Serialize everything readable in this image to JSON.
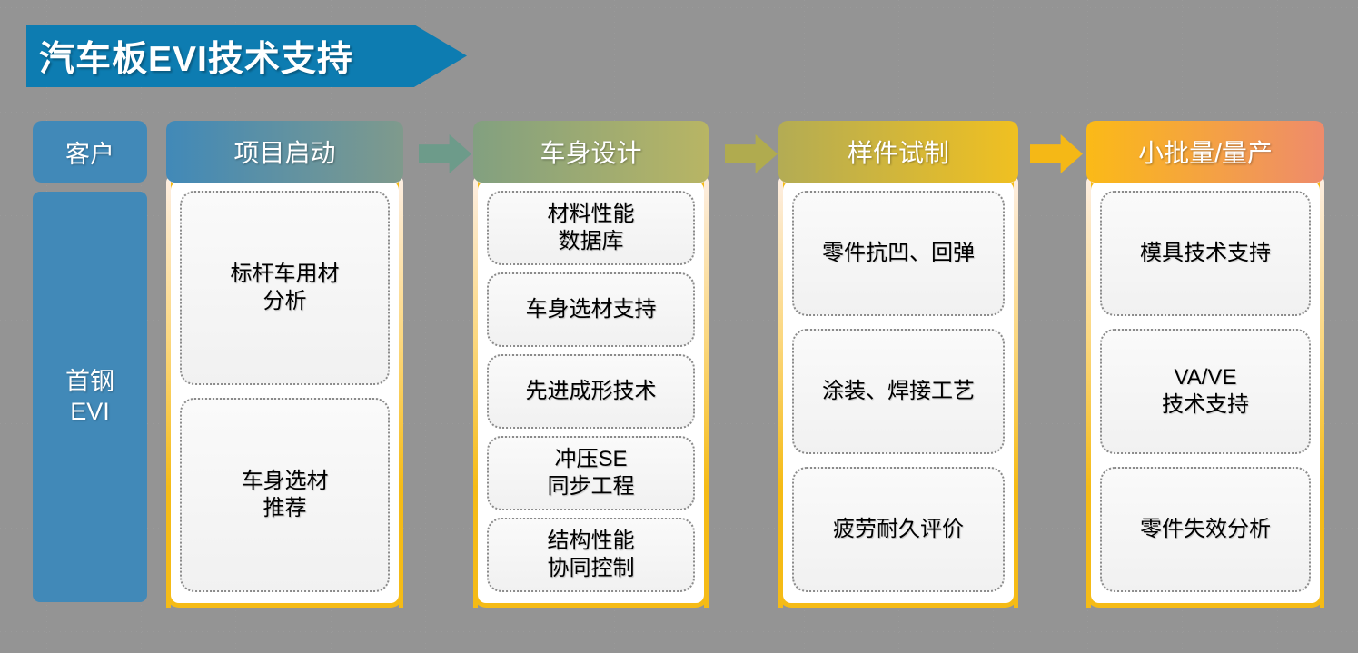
{
  "title": {
    "text": "汽车板EVI技术支持",
    "banner_color": "#0d7cb1"
  },
  "customer_column": {
    "header_label": "客户",
    "body_label": "首钢\nEVI",
    "body_line1": "首钢",
    "body_line2": "EVI",
    "color": "#4189b8"
  },
  "stages": [
    {
      "id": "project-kickoff",
      "header_label": "项目启动",
      "gradient_from": "#4189b8",
      "gradient_to": "#7f9a8c",
      "cards": [
        {
          "line1": "标杆车用材",
          "line2": "分析"
        },
        {
          "line1": "车身选材",
          "line2": "推荐"
        }
      ]
    },
    {
      "id": "body-design",
      "header_label": "车身设计",
      "gradient_from": "#82a080",
      "gradient_to": "#b8b564",
      "cards": [
        {
          "line1": "材料性能",
          "line2": "数据库"
        },
        {
          "line1": "车身选材支持",
          "line2": ""
        },
        {
          "line1": "先进成形技术",
          "line2": ""
        },
        {
          "line1": "冲压SE",
          "line2": "同步工程"
        },
        {
          "line1": "结构性能",
          "line2": "协同控制"
        }
      ]
    },
    {
      "id": "sample-trial",
      "header_label": "样件试制",
      "gradient_from": "#b3ac54",
      "gradient_to": "#f0c021",
      "cards": [
        {
          "line1": "零件抗凹、回弹",
          "line2": ""
        },
        {
          "line1": "涂装、焊接工艺",
          "line2": ""
        },
        {
          "line1": "疲劳耐久评价",
          "line2": ""
        }
      ]
    },
    {
      "id": "small-batch-mass-production",
      "header_label": "小批量/量产",
      "gradient_from": "#fbba17",
      "gradient_to": "#ee8b6c",
      "cards": [
        {
          "line1": "模具技术支持",
          "line2": ""
        },
        {
          "line1": "VA/VE",
          "line2": "技术支持"
        },
        {
          "line1": "零件失效分析",
          "line2": ""
        }
      ]
    }
  ],
  "arrows": [
    {
      "name": "arrow-kickoff-to-design",
      "color": "#6d9b8a"
    },
    {
      "name": "arrow-design-to-trial",
      "color": "#b0ab4f"
    },
    {
      "name": "arrow-trial-to-production",
      "color": "#f5b816"
    }
  ],
  "theme": {
    "container_border": "#f5bb16",
    "card_border": "#8b8b8b",
    "card_bg": "#f4f4f4",
    "page_bg": "#ffffff"
  }
}
